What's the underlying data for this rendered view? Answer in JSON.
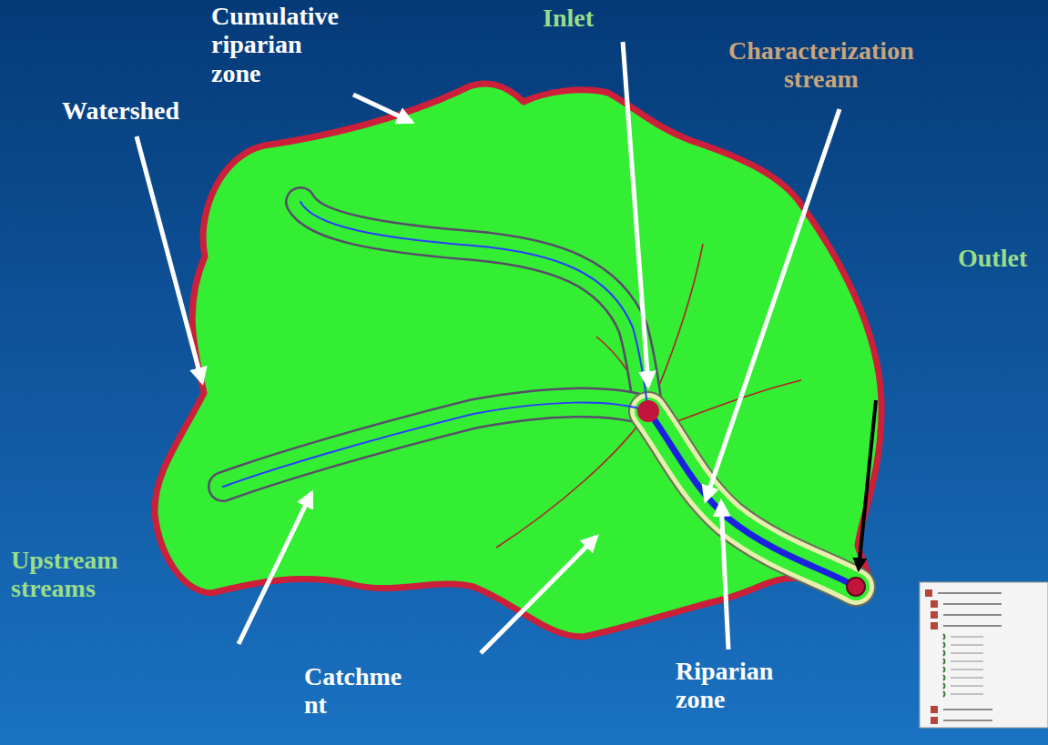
{
  "diagram": {
    "labels": [
      "Cumulative riparian zone",
      "Inlet",
      "Characterization stream",
      "Watershed",
      "Outlet",
      "Upstream streams",
      "Catchme nt",
      "Riparian zone"
    ]
  }
}
